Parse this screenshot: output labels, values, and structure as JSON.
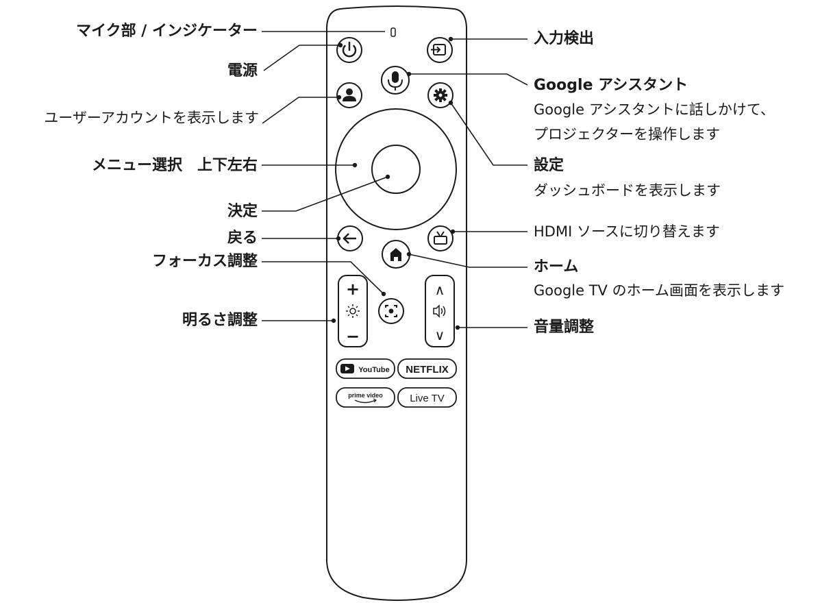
{
  "left_labels": {
    "mic_indicator": "マイク部 / インジケーター",
    "power": "電源",
    "user_account": "ユーザーアカウントを表示します",
    "dpad": "メニュー選択　上下左右",
    "ok": "決定",
    "back": "戻る",
    "focus": "フォーカス調整",
    "brightness": "明るさ調整"
  },
  "right_labels": {
    "input": "入力検出",
    "assistant_title": "Google アシスタント",
    "assistant_desc_1": "Google アシスタントに話しかけて、",
    "assistant_desc_2": "プロジェクターを操作します",
    "settings_title": "設定",
    "settings_desc": "ダッシュボードを表示します",
    "hdmi": "HDMI ソースに切り替えます",
    "home_title": "ホーム",
    "home_desc": "Google TV のホーム画面を表示します",
    "volume": "音量調整"
  },
  "app_buttons": {
    "youtube": "YouTube",
    "netflix": "NETFLIX",
    "prime_1": "prime video",
    "livetv": "Live TV"
  },
  "rocker_symbols": {
    "plus": "+",
    "minus": "−",
    "up": "∧",
    "down": "∨"
  }
}
